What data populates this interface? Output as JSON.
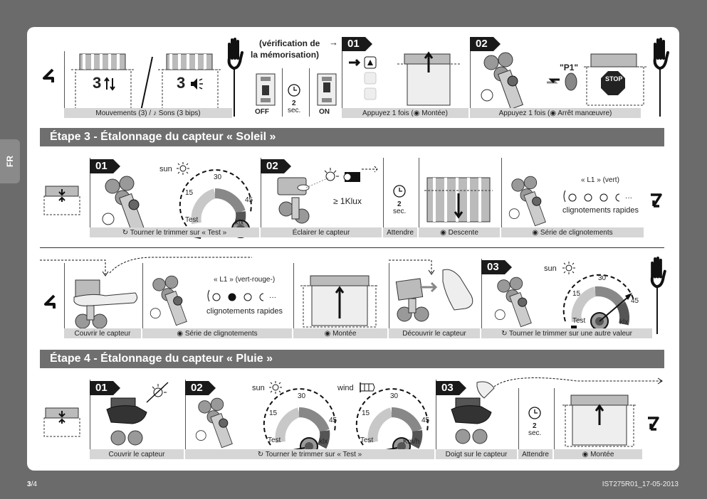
{
  "side_tab": "FR",
  "footer": {
    "page_current": "3",
    "page_total": "/4",
    "doc_ref": "IST275R01_17-05-2013"
  },
  "row1": {
    "memo_title": "(vérification de",
    "memo_title2": "la mémorisation)",
    "arrow": "→",
    "label_movements": "Mouvements (3) / ♪ Sons (3 bips)",
    "num3a": "3",
    "num3b": "3",
    "off": "OFF",
    "on": "ON",
    "two": "2",
    "sec": "sec.",
    "step01": "01",
    "label_step01": "Appuyez 1 fois (◉ Montée)",
    "step02": "02",
    "p1": "\"P1\"",
    "stop": "STOP",
    "label_step02": "Appuyez 1 fois (◉ Arrêt manœuvre)"
  },
  "etape3": {
    "title": "Étape 3 - Étalonnage du capteur « Soleil »",
    "step01": "01",
    "sun": "sun",
    "dial": {
      "t15": "15",
      "t30": "30",
      "t45": "45",
      "test": "Test",
      "unit": "klx"
    },
    "label01": "↻ Tourner le trimmer sur « Test »",
    "step02": "02",
    "klux": "≥ 1Klux",
    "label02": "Éclairer le capteur",
    "two": "2",
    "sec": "sec.",
    "label_wait": "Attendre",
    "label_descente": "◉ Descente",
    "l1_vert": "« L1 » (vert)",
    "blink_fast": "clignotements rapides",
    "label_series": "◉ Série de clignotements"
  },
  "etape3b": {
    "label_cover": "Couvrir le capteur",
    "l1_vr": "« L1 » (vert-rouge-)",
    "blink_fast": "clignotements rapides",
    "label_series": "◉ Série de clignotements",
    "label_montee": "◉ Montée",
    "label_uncover": "Découvrir le capteur",
    "step03": "03",
    "sun": "sun",
    "dial": {
      "t15": "15",
      "t30": "30",
      "t45": "45",
      "test": "Test",
      "unit": "klx"
    },
    "label03": "↻ Tourner le trimmer sur une autre valeur"
  },
  "etape4": {
    "title": "Étape 4 - Étalonnage du capteur « Pluie »",
    "step01": "01",
    "label01": "Couvrir le capteur",
    "step02": "02",
    "sun": "sun",
    "wind": "wind",
    "dial1": {
      "t15": "15",
      "t30": "30",
      "t45": "45",
      "test": "Test",
      "unit": "klx"
    },
    "dial2": {
      "t15": "15",
      "t30": "30",
      "t45": "45",
      "test": "Test",
      "unit": "Km/h"
    },
    "label02": "↻ Tourner le trimmer sur « Test »",
    "step03": "03",
    "label03": "Doigt sur le capteur",
    "two": "2",
    "sec": "sec.",
    "label_wait": "Attendre",
    "label_montee": "◉ Montée"
  }
}
